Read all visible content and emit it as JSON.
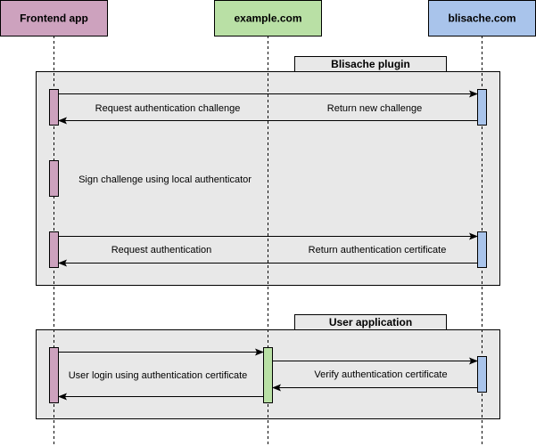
{
  "participants": [
    {
      "id": "frontend",
      "label": "Frontend app",
      "color": "#cda2be",
      "activation_color": "#cda2be"
    },
    {
      "id": "example",
      "label": "example.com",
      "color": "#b9e0a5",
      "activation_color": "#b9e0a5"
    },
    {
      "id": "blisache",
      "label": "blisache.com",
      "color": "#a9c4eb",
      "activation_color": "#a9c4eb"
    }
  ],
  "groups": [
    {
      "id": "blisache-plugin",
      "label": "Blisache plugin"
    },
    {
      "id": "user-application",
      "label": "User application"
    }
  ],
  "messages": [
    {
      "id": "request-challenge",
      "from": "frontend",
      "to": "blisache",
      "label": "Request authentication challenge"
    },
    {
      "id": "return-challenge",
      "from": "blisache",
      "to": "frontend",
      "label": "Return new challenge"
    },
    {
      "id": "sign-challenge",
      "from": "frontend",
      "to": "frontend",
      "label": "Sign challenge using local authenticator"
    },
    {
      "id": "request-auth",
      "from": "frontend",
      "to": "blisache",
      "label": "Request authentication"
    },
    {
      "id": "return-certificate",
      "from": "blisache",
      "to": "frontend",
      "label": "Return authentication certificate"
    },
    {
      "id": "user-login",
      "from": "frontend",
      "to": "example",
      "label": "User login using authentication certificate"
    },
    {
      "id": "verify-certificate",
      "from": "example",
      "to": "blisache",
      "label": "Verify authentication certificate"
    }
  ],
  "colors": {
    "group_fill": "#e8e8e8",
    "stroke": "#000000",
    "background": "#ffffff"
  }
}
